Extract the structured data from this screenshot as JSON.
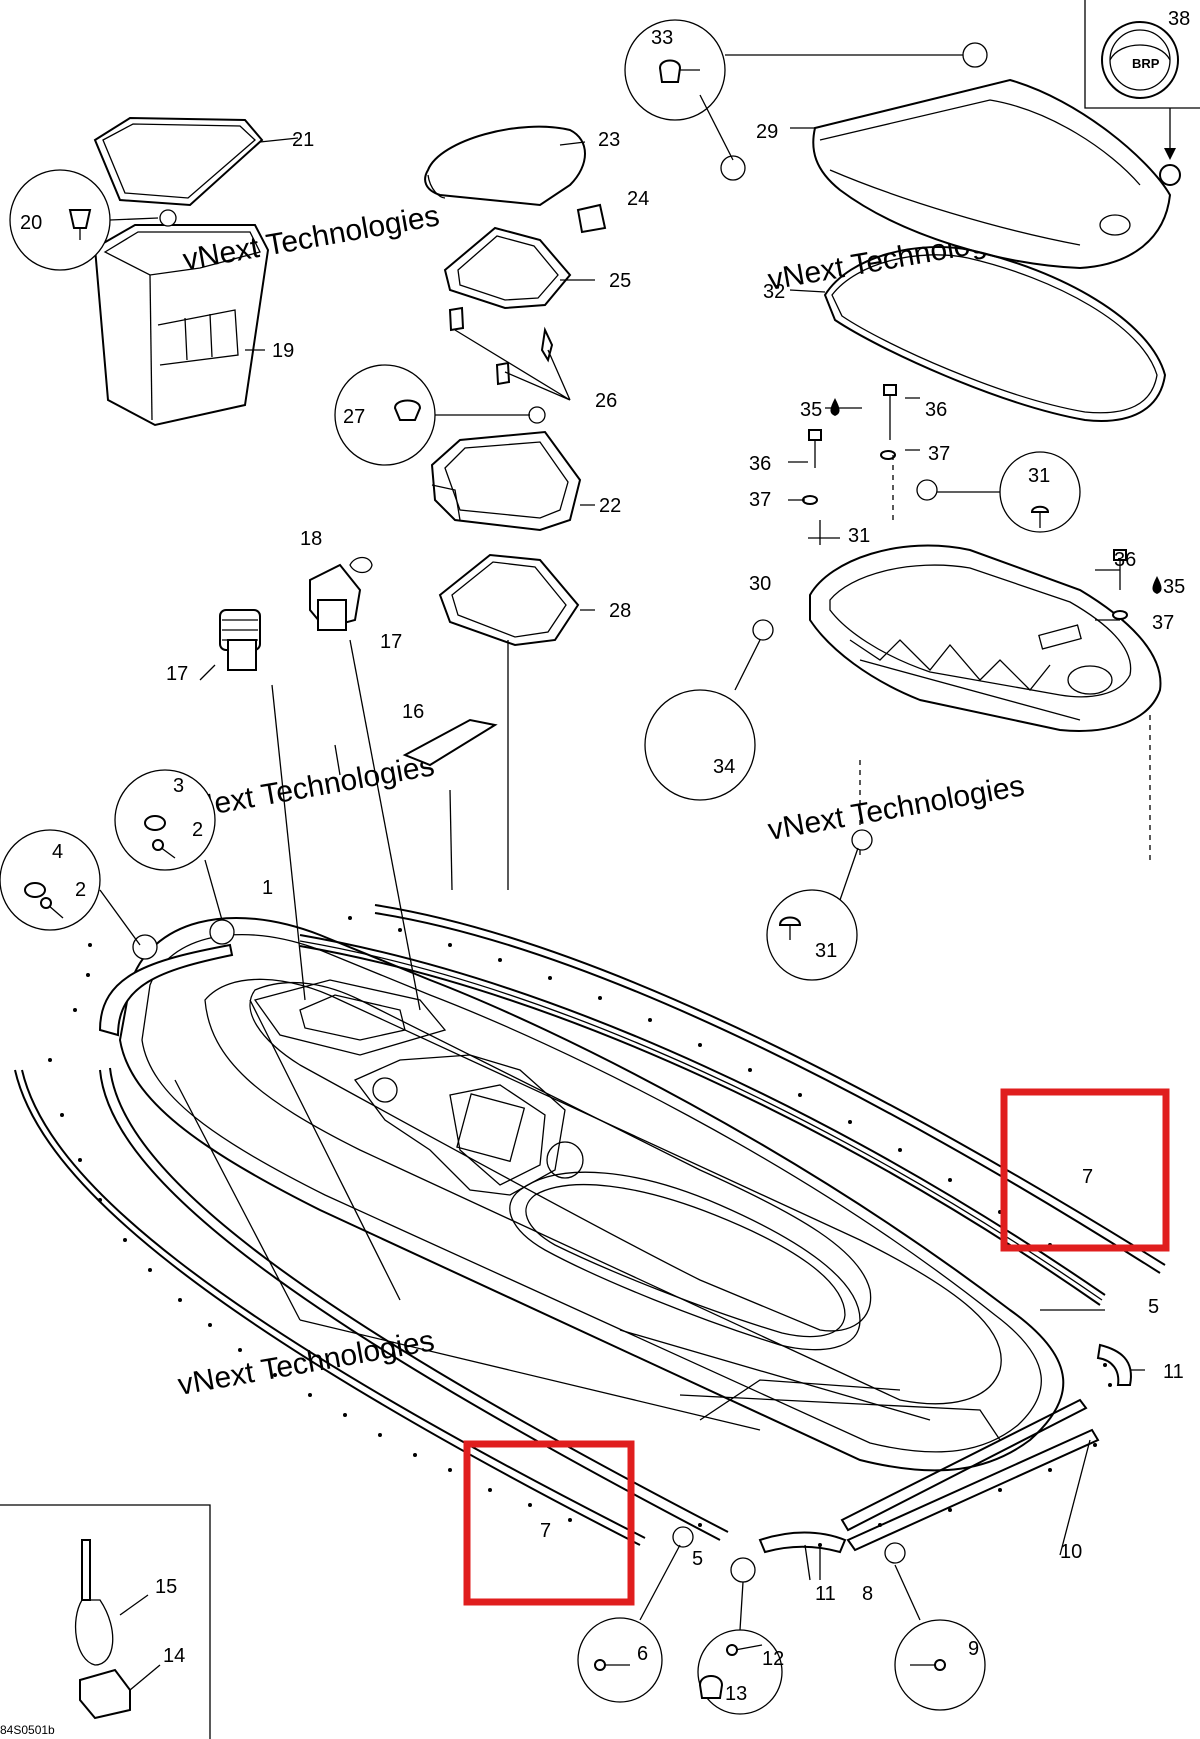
{
  "diagram": {
    "code": "84S0501b",
    "watermark": [
      "vNext Technologies",
      "vNext Technologies",
      "vNext Technologies",
      "vNext Technologies",
      "vNext Technologies"
    ],
    "logo_text": "BRP",
    "callouts": [
      {
        "id": "c1",
        "label": "1"
      },
      {
        "id": "c2a",
        "label": "2"
      },
      {
        "id": "c2b",
        "label": "2"
      },
      {
        "id": "c3",
        "label": "3"
      },
      {
        "id": "c4",
        "label": "4"
      },
      {
        "id": "c5a",
        "label": "5"
      },
      {
        "id": "c5b",
        "label": "5"
      },
      {
        "id": "c6",
        "label": "6"
      },
      {
        "id": "c7a",
        "label": "7"
      },
      {
        "id": "c7b",
        "label": "7"
      },
      {
        "id": "c8",
        "label": "8"
      },
      {
        "id": "c9",
        "label": "9"
      },
      {
        "id": "c10",
        "label": "10"
      },
      {
        "id": "c11a",
        "label": "11"
      },
      {
        "id": "c11b",
        "label": "11"
      },
      {
        "id": "c12",
        "label": "12"
      },
      {
        "id": "c13",
        "label": "13"
      },
      {
        "id": "c14",
        "label": "14"
      },
      {
        "id": "c15",
        "label": "15"
      },
      {
        "id": "c16",
        "label": "16"
      },
      {
        "id": "c17a",
        "label": "17"
      },
      {
        "id": "c17b",
        "label": "17"
      },
      {
        "id": "c18",
        "label": "18"
      },
      {
        "id": "c19",
        "label": "19"
      },
      {
        "id": "c20",
        "label": "20"
      },
      {
        "id": "c21",
        "label": "21"
      },
      {
        "id": "c22",
        "label": "22"
      },
      {
        "id": "c23",
        "label": "23"
      },
      {
        "id": "c24",
        "label": "24"
      },
      {
        "id": "c25",
        "label": "25"
      },
      {
        "id": "c26",
        "label": "26"
      },
      {
        "id": "c27",
        "label": "27"
      },
      {
        "id": "c28",
        "label": "28"
      },
      {
        "id": "c29",
        "label": "29"
      },
      {
        "id": "c30",
        "label": "30"
      },
      {
        "id": "c31a",
        "label": "31"
      },
      {
        "id": "c31b",
        "label": "31"
      },
      {
        "id": "c31c",
        "label": "31"
      },
      {
        "id": "c32",
        "label": "32"
      },
      {
        "id": "c33",
        "label": "33"
      },
      {
        "id": "c34",
        "label": "34"
      },
      {
        "id": "c35a",
        "label": "35"
      },
      {
        "id": "c35b",
        "label": "35"
      },
      {
        "id": "c36a",
        "label": "36"
      },
      {
        "id": "c36b",
        "label": "36"
      },
      {
        "id": "c36c",
        "label": "36"
      },
      {
        "id": "c37a",
        "label": "37"
      },
      {
        "id": "c37b",
        "label": "37"
      },
      {
        "id": "c37c",
        "label": "37"
      },
      {
        "id": "c38",
        "label": "38"
      }
    ],
    "highlight_color": "#e01e1e"
  }
}
